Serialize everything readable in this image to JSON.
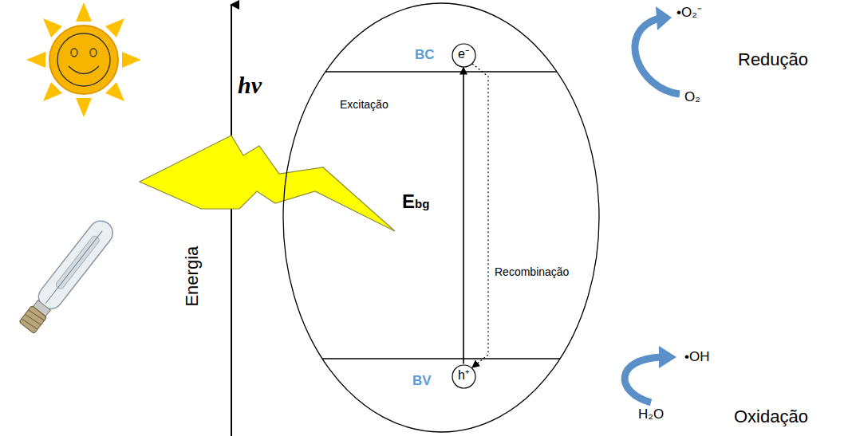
{
  "diagram": {
    "nodes": [
      {
        "text": [
          "BC",
          "Excitação",
          "Ebg",
          "Recombinação",
          "BV"
        ]
      },
      {
        "text": [
          "e⁻"
        ],
        "in": 0
      },
      {
        "text": [
          "h⁺"
        ],
        "in": 0
      }
    ],
    "edges": [
      {
        "from": 2,
        "to": 1,
        "arrow": "to"
      },
      {
        "from": 1,
        "to": 2,
        "arrow": "to"
      }
    ],
    "labels": [
      "hν",
      "Energia",
      "•O₂⁻",
      "O₂",
      "Redução",
      "•OH",
      "H₂O",
      "Oxidação"
    ]
  }
}
